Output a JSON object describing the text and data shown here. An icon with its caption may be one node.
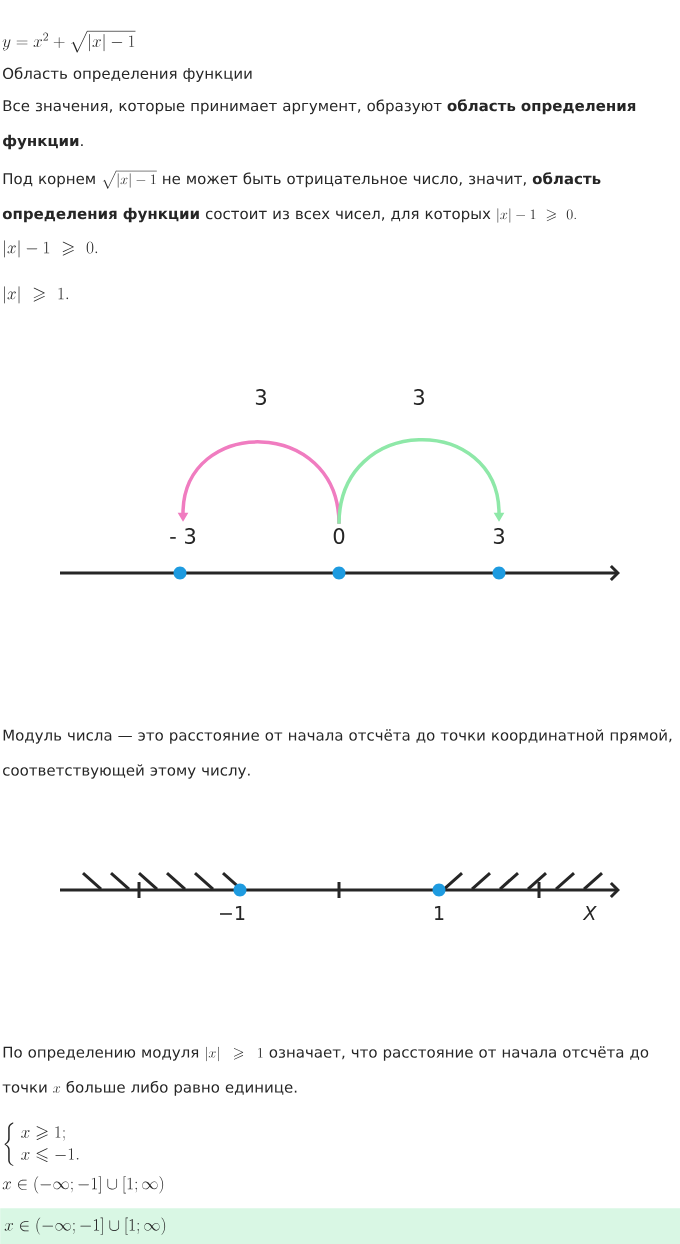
{
  "diagram": {
    "nodes": [
      {
        "text": [
          "- 3"
        ]
      },
      {
        "text": [
          "0"
        ]
      },
      {
        "text": [
          "3"
        ]
      },
      {
        "text": [
          "x \\in (-\\infty; -1] \\cup [1; \\infty)"
        ]
      }
    ],
    "edges": [
      {
        "from": 1,
        "to": 0,
        "arrow": "to",
        "label": "3",
        "color": "#f07cc0"
      },
      {
        "from": 1,
        "to": 2,
        "arrow": "to",
        "label": "3",
        "color": "#8ee8a8"
      }
    ],
    "labels": [
      "y = x^2 + \\sqrt{|x|-1}",
      "Область определения функции",
      "Все значения, которые принимает аргумент, образуют **область определения функции**.",
      "Под корнем",
      "\\sqrt{|x|-1}",
      "не может быть отрицательное число, значит, **область определения функции** состоит из всех чисел, для которых",
      "|x|-1 \\ \\geqslant\\ 0.",
      "|x|-1 \\ \\geqslant\\ 0.",
      "|x| \\ \\geqslant\\ 1.",
      "Модуль числа — это расстояние от начала отсчёта до точки координатной прямой, соответствующей этому числу.",
      "−1",
      "1",
      "X",
      "По определению модуля",
      "|x| \\ \\geqslant\\ 1",
      "означает, что расстояние от начала отсчёта до точки",
      "x",
      "больше либо равно единице.",
      "\\left\\{\\begin{array}{l} x \\geqslant 1; \\\\ x \\leqslant -1. \\end{array}\\right.",
      "x \\in (-\\infty; -1] \\cup [1; \\infty)"
    ]
  }
}
